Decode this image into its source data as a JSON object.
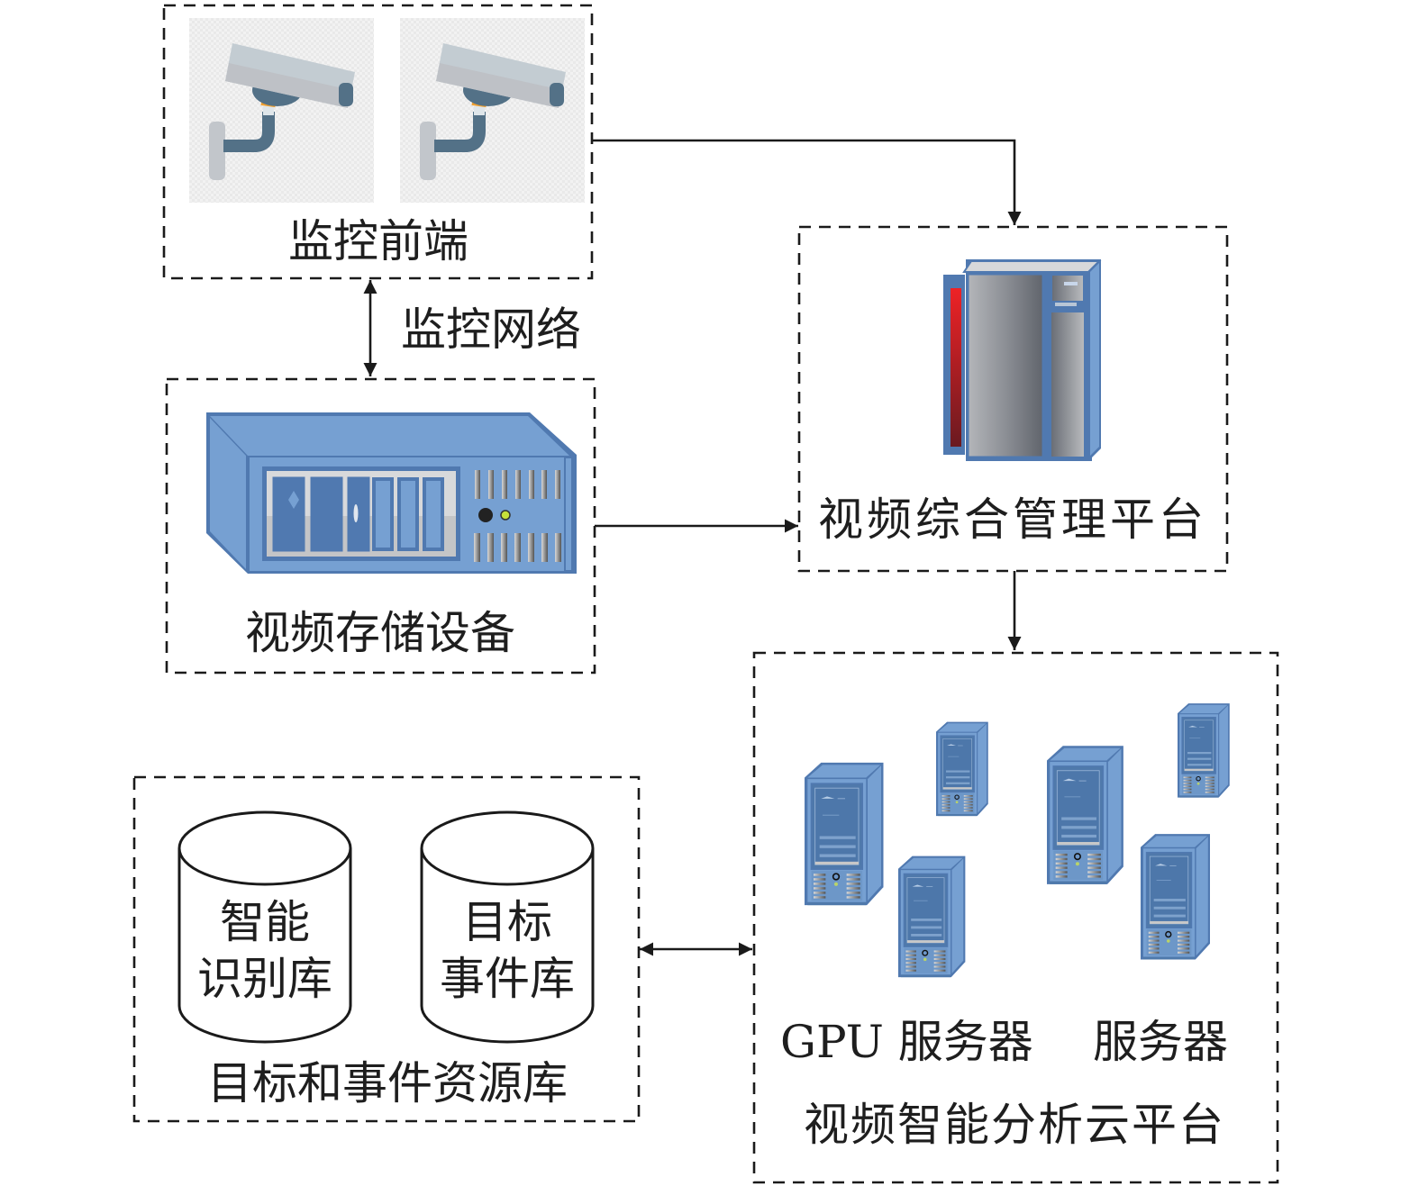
{
  "diagram": {
    "nodes": {
      "front_end": {
        "label": "监控前端",
        "items": [
          "camera",
          "camera"
        ]
      },
      "network_label": "监控网络",
      "storage": {
        "label": "视频存储设备"
      },
      "management": {
        "label": "视频综合管理平台"
      },
      "resource_db": {
        "label": "目标和事件资源库",
        "db1": {
          "line1": "智能",
          "line2": "识别库"
        },
        "db2": {
          "line1": "目标",
          "line2": "事件库"
        }
      },
      "cloud": {
        "label": "视频智能分析云平台",
        "gpu_label": "GPU 服务器",
        "server_label": "服务器"
      }
    },
    "edges": [
      {
        "from": "front_end",
        "to": "storage",
        "type": "bidirectional",
        "label": "监控网络"
      },
      {
        "from": "front_end",
        "to": "management",
        "type": "directed"
      },
      {
        "from": "storage",
        "to": "management",
        "type": "directed"
      },
      {
        "from": "management",
        "to": "cloud",
        "type": "directed"
      },
      {
        "from": "resource_db",
        "to": "cloud",
        "type": "bidirectional"
      }
    ],
    "colors": {
      "server_blue": "#5079b0",
      "server_light": "#76a0d2",
      "camera_body": "#c3ccd2",
      "camera_arm": "#537187",
      "camera_joint": "#f0a030",
      "rack_red": "#e02828"
    }
  }
}
